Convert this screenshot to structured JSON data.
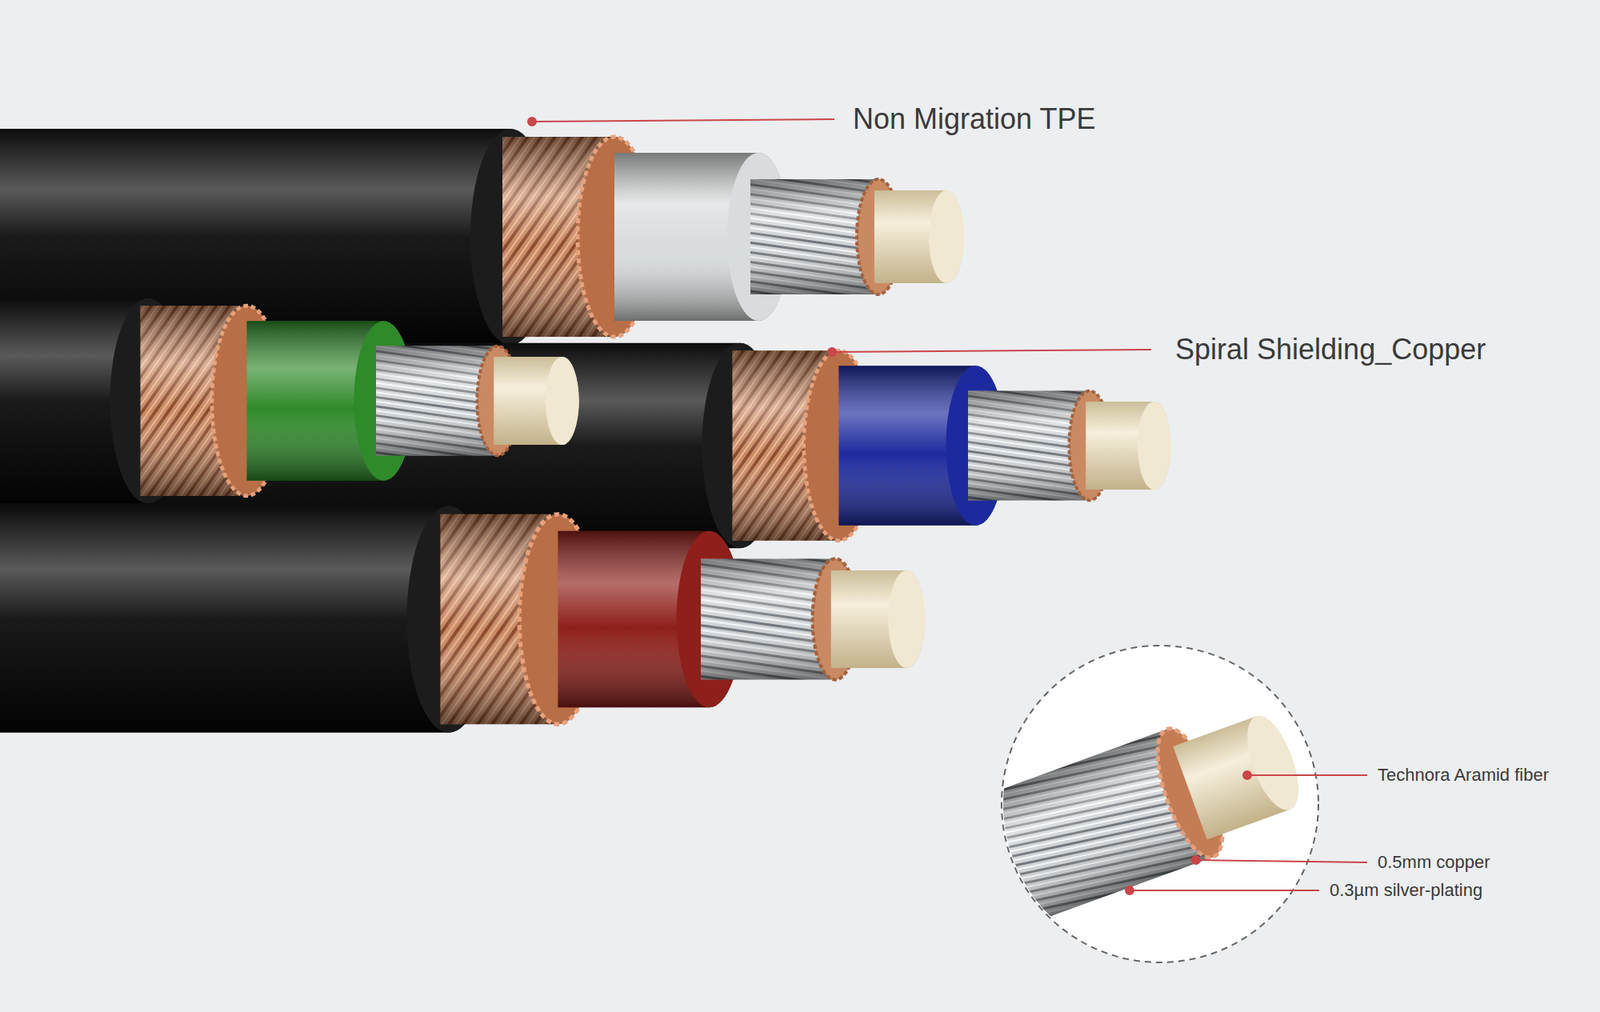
{
  "diagram": {
    "labels": [
      "Non Migration TPE",
      "Spiral Shielding_Copper",
      "Technora Aramid fiber",
      "0.5mm copper",
      "0.3µm silver-plating"
    ]
  }
}
